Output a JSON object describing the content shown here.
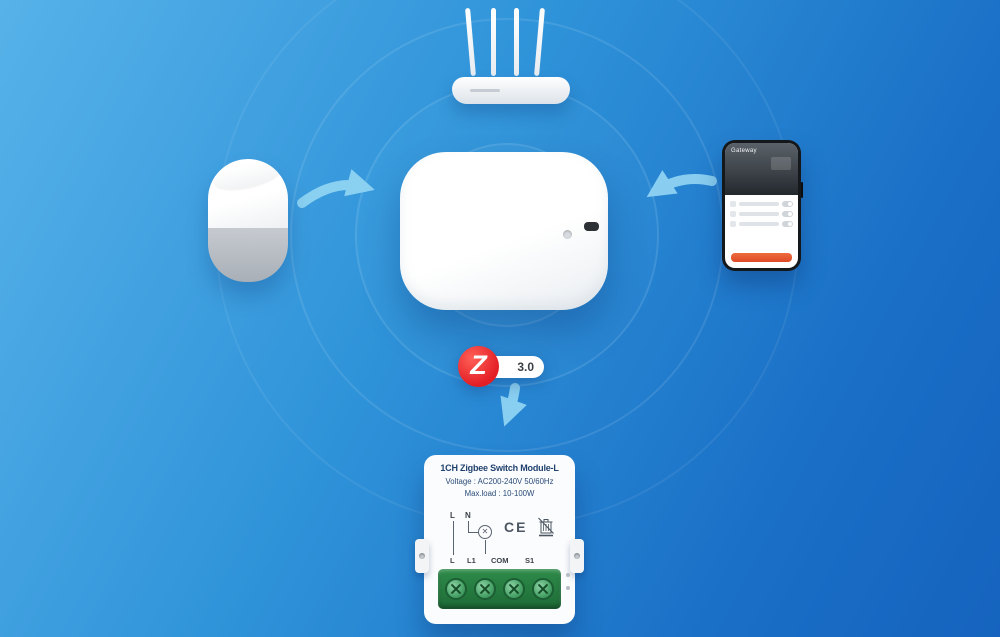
{
  "colors": {
    "background_start": "#57b2e9",
    "background_end": "#1563be",
    "arrow": "#8fd3f3",
    "zigbee_red": "#e31e25",
    "terminal_green": "#2e8c4a",
    "phone_accent": "#dd4a27",
    "module_text": "#21426f"
  },
  "devices": [
    "wifi-router",
    "smart-speaker",
    "zigbee-gateway-hub",
    "smartphone-app",
    "switch-module"
  ],
  "badge": {
    "letter": "Z",
    "version": "3.0"
  },
  "phone": {
    "header_label": "Gateway"
  },
  "module": {
    "title": "1CH Zigbee Switch Module-L",
    "voltage": "Voltage : AC200-240V 50/60Hz",
    "max_load": "Max.load : 10-100W",
    "wire_labels": {
      "l": "L",
      "n": "N"
    },
    "ce": "CE",
    "lamp_glyph": "✕",
    "terminals": {
      "t1": "L",
      "t2": "L1",
      "t3": "COM",
      "t4": "S1"
    }
  }
}
